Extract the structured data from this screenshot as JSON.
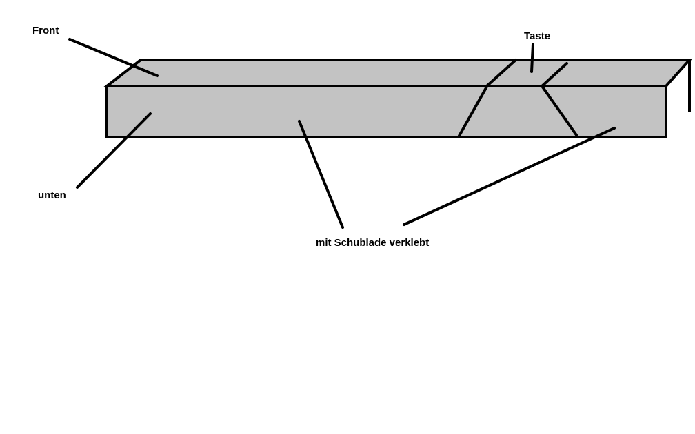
{
  "diagram": {
    "labels": {
      "front": "Front",
      "taste": "Taste",
      "unten": "unten",
      "schublade": "mit Schublade verklebt"
    },
    "colors": {
      "background": "#ffffff",
      "fill": "#c3c3c3",
      "stroke": "#000000"
    }
  }
}
